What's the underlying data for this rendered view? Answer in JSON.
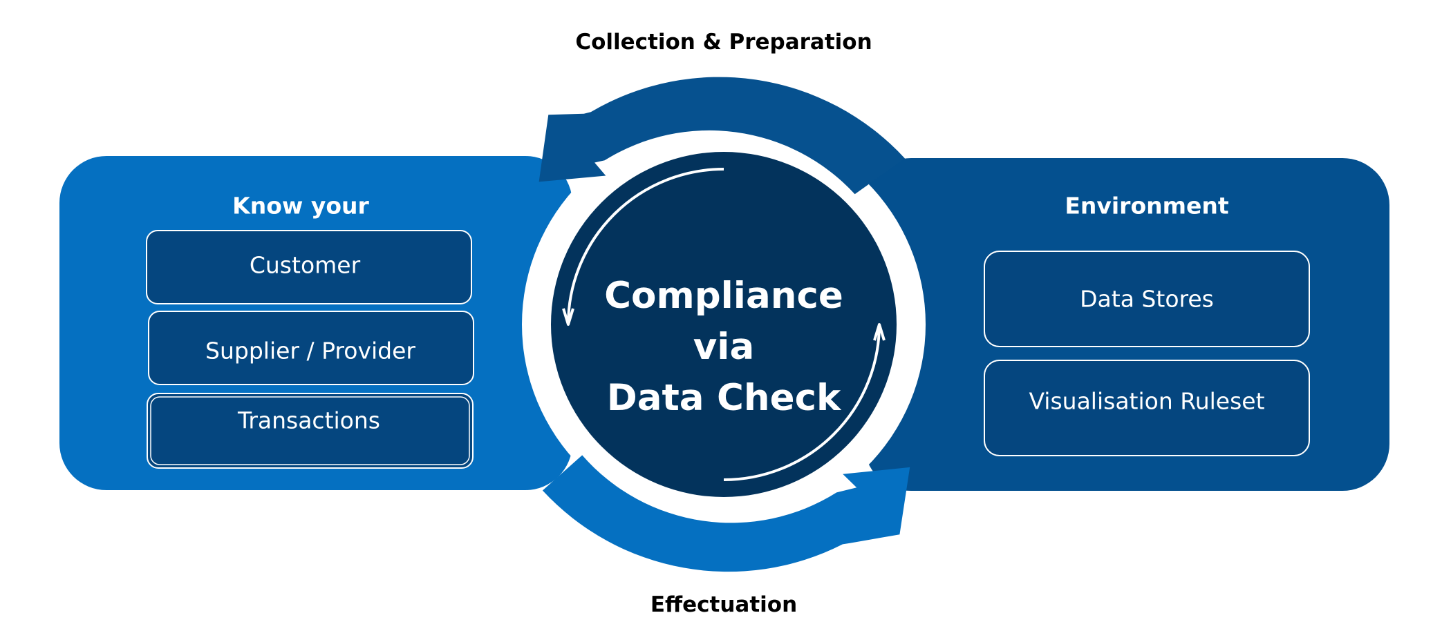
{
  "cycle": {
    "top_label": "Collection & Preparation",
    "bottom_label": "Effectuation"
  },
  "left_panel": {
    "heading": "Know your",
    "items": [
      "Customer",
      "Supplier / Provider",
      "Transactions"
    ]
  },
  "right_panel": {
    "heading": "Environment",
    "items": [
      "Data Stores",
      "Visualisation Ruleset"
    ]
  },
  "center": {
    "lines": [
      "Compliance",
      "via",
      "Data Check"
    ]
  },
  "colors": {
    "left_panel": "#0570C1",
    "right_panel": "#04508F",
    "item_box": "#05467F",
    "circle_dark": "#03335C",
    "arrow_top": "#06518F",
    "arrow_bottom": "#0570C1",
    "text_dark": "#000000",
    "text_light": "#ffffff"
  }
}
